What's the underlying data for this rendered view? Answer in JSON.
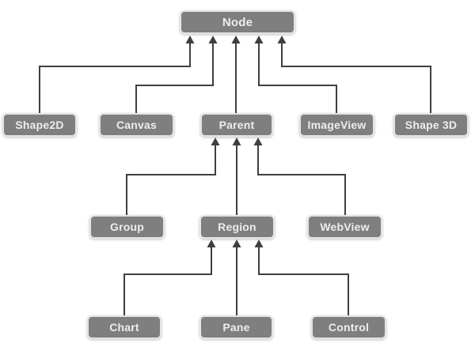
{
  "nodes": {
    "node": {
      "label": "Node"
    },
    "shape2d": {
      "label": "Shape2D"
    },
    "canvas": {
      "label": "Canvas"
    },
    "parent": {
      "label": "Parent"
    },
    "imageview": {
      "label": "ImageView"
    },
    "shape3d": {
      "label": "Shape 3D"
    },
    "group": {
      "label": "Group"
    },
    "region": {
      "label": "Region"
    },
    "webview": {
      "label": "WebView"
    },
    "chart": {
      "label": "Chart"
    },
    "pane": {
      "label": "Pane"
    },
    "control": {
      "label": "Control"
    }
  },
  "edges": [
    {
      "child": "Shape2D",
      "parent": "Node"
    },
    {
      "child": "Canvas",
      "parent": "Node"
    },
    {
      "child": "Parent",
      "parent": "Node"
    },
    {
      "child": "ImageView",
      "parent": "Node"
    },
    {
      "child": "Shape 3D",
      "parent": "Node"
    },
    {
      "child": "Group",
      "parent": "Parent"
    },
    {
      "child": "Region",
      "parent": "Parent"
    },
    {
      "child": "WebView",
      "parent": "Parent"
    },
    {
      "child": "Chart",
      "parent": "Region"
    },
    {
      "child": "Pane",
      "parent": "Region"
    },
    {
      "child": "Control",
      "parent": "Region"
    }
  ],
  "colors": {
    "box_fill": "#7f7f7f",
    "box_border": "#e5e5e5",
    "box_text": "#ededed",
    "connector": "#3f3f3f",
    "background": "#ffffff"
  }
}
